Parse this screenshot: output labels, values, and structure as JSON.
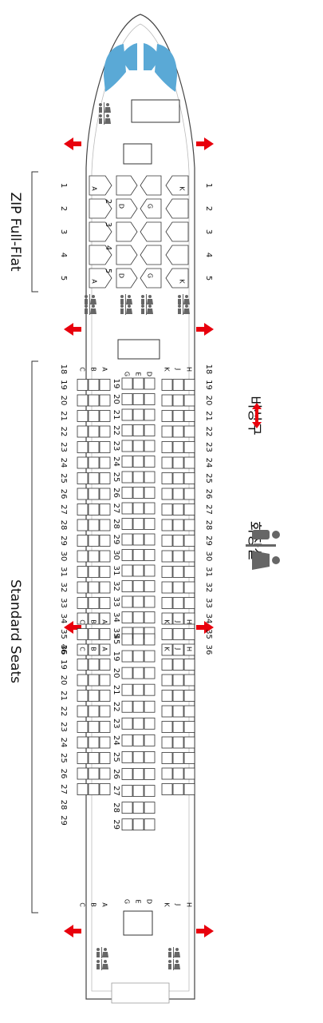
{
  "sections": {
    "zip_title": "ZIP Full-Flat",
    "standard_title": "Standard Seats"
  },
  "legend": {
    "exit_label": "비상구",
    "lavatory_label": "화장실"
  },
  "colors": {
    "exit_arrow": "#e8000d",
    "window": "#5aa9d6",
    "outline": "#333333",
    "seat_fill": "#ffffff",
    "icon": "#666666"
  },
  "icons": {
    "exit": "double-arrow-icon",
    "lavatory": "restroom-icon"
  },
  "zip": {
    "rows": [
      "1",
      "2",
      "3",
      "4",
      "5"
    ],
    "row_labels_mid": [
      "2",
      "3",
      "4",
      "5"
    ],
    "left_letters": [
      "A",
      "A"
    ],
    "center_letters": [
      "D",
      "G",
      "D",
      "G"
    ],
    "right_letters": [
      "K",
      "K"
    ]
  },
  "standard": {
    "rows_a": [
      "18",
      "19",
      "20",
      "21",
      "22",
      "23",
      "24",
      "25",
      "26",
      "27",
      "28",
      "29",
      "30",
      "31",
      "32",
      "33",
      "34",
      "35",
      "36"
    ],
    "center_rows_a": [
      "19",
      "20",
      "21",
      "22",
      "23",
      "24",
      "25",
      "26",
      "27",
      "28",
      "29",
      "30",
      "31",
      "32",
      "33",
      "34",
      "35"
    ],
    "rows_b": [
      "46",
      "19",
      "20",
      "21",
      "22",
      "23",
      "24",
      "25",
      "26",
      "27",
      "28",
      "29"
    ],
    "center_rows_b": [
      "45",
      "19",
      "20",
      "21",
      "22",
      "23",
      "24",
      "25",
      "26",
      "27",
      "28",
      "29"
    ],
    "right_rows_a": [
      "18",
      "19",
      "20",
      "21",
      "22",
      "23",
      "24",
      "25",
      "26",
      "27",
      "28",
      "29",
      "30",
      "31",
      "32",
      "33",
      "34",
      "35",
      "36"
    ],
    "right_rows_b": [],
    "left_letters": [
      "C",
      "B",
      "A"
    ],
    "center_letters": [
      "G",
      "E",
      "D"
    ],
    "right_letters": [
      "K",
      "J",
      "H"
    ]
  }
}
